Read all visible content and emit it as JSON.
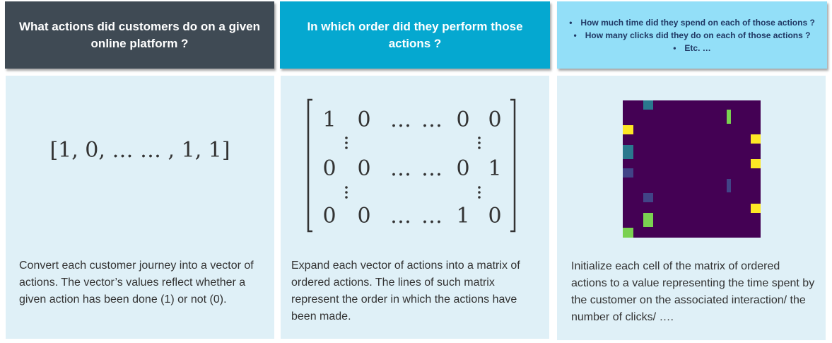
{
  "headers": {
    "col1": "What actions did customers do on a given online platform ?",
    "col2": "In which order did they perform those actions ?",
    "col3_bullets": [
      "How much time did they spend on each of those actions ?",
      "How many clicks did they do on each of those actions ?",
      "Etc. …"
    ]
  },
  "col1": {
    "vector": "[1, 0, … … , 1, 1]",
    "description": "Convert each customer journey into a vector of actions. The vector’s values reflect whether a given action has been done (1) or not (0)."
  },
  "col2": {
    "matrix": {
      "row1": [
        "1",
        "0",
        "…",
        "…",
        "0",
        "0"
      ],
      "row2": [
        "0",
        "0",
        "…",
        "…",
        "0",
        "1"
      ],
      "row3": [
        "0",
        "0",
        "…",
        "…",
        "1",
        "0"
      ]
    },
    "description": "Expand each vector of actions into a matrix of ordered actions. The lines of such matrix represent the order in which the actions have been made."
  },
  "col3": {
    "description": "Initialize each cell of the matrix of ordered actions to a value representing the time spent by the customer on the associated interaction/ the number of clicks/ ….",
    "heatmap_colors": {
      "background": "#440154",
      "teal": "#2a788e",
      "yellow": "#fde725",
      "green": "#7ad151",
      "indigo": "#414487"
    }
  }
}
